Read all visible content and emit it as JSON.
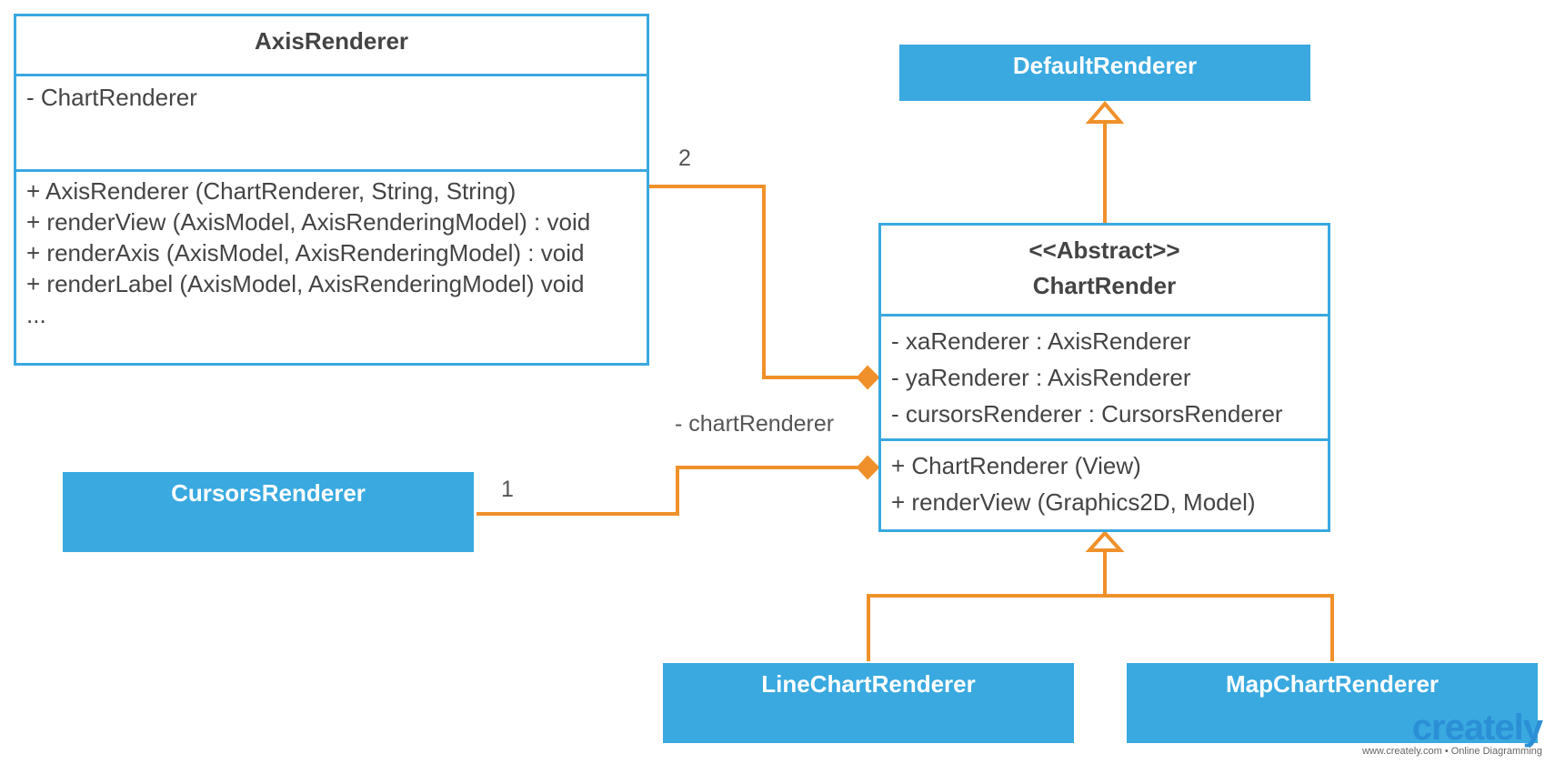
{
  "colors": {
    "blue": "#39a9e0",
    "orange": "#f0902a",
    "text": "#444444"
  },
  "axis_renderer": {
    "name": "AxisRenderer",
    "attributes": [
      "- ChartRenderer"
    ],
    "methods": [
      "+ AxisRenderer (ChartRenderer, String, String)",
      "+ renderView (AxisModel, AxisRenderingModel) : void",
      "+ renderAxis (AxisModel, AxisRenderingModel) : void",
      "+ renderLabel (AxisModel, AxisRenderingModel) void",
      "..."
    ]
  },
  "default_renderer": {
    "name": "DefaultRenderer"
  },
  "chart_render": {
    "stereotype": "<<Abstract>>",
    "name": "ChartRender",
    "attributes": [
      "- xaRenderer : AxisRenderer",
      "- yaRenderer : AxisRenderer",
      "- cursorsRenderer : CursorsRenderer"
    ],
    "methods": [
      "+ ChartRenderer (View)",
      "+ renderView (Graphics2D, Model)"
    ]
  },
  "cursors_renderer": {
    "name": "CursorsRenderer"
  },
  "line_chart_renderer": {
    "name": "LineChartRenderer"
  },
  "map_chart_renderer": {
    "name": "MapChartRenderer"
  },
  "edge_labels": {
    "axis_multiplicity": "2",
    "cursors_role": "- chartRenderer",
    "cursors_multiplicity": "1"
  },
  "logo": {
    "brand": "creately",
    "tagline": "www.creately.com • Online Diagramming"
  }
}
